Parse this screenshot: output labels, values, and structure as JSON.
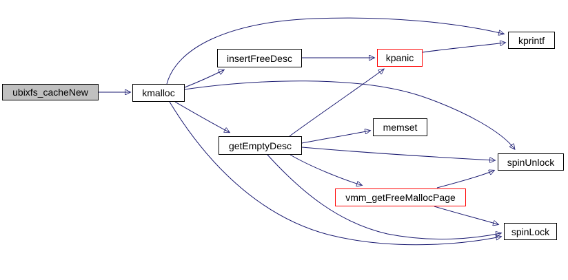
{
  "graph": {
    "type": "call-graph",
    "colors": {
      "edge": "#191970",
      "node_border": "#000000",
      "highlight_border": "#ff0000",
      "root_fill": "#c0c0c0",
      "node_fill": "#ffffff",
      "background": "#ffffff"
    },
    "nodes": [
      {
        "id": "ubixfs_cacheNew",
        "label": "ubixfs_cacheNew",
        "style": "root"
      },
      {
        "id": "kmalloc",
        "label": "kmalloc",
        "style": "normal"
      },
      {
        "id": "insertFreeDesc",
        "label": "insertFreeDesc",
        "style": "normal"
      },
      {
        "id": "kpanic",
        "label": "kpanic",
        "style": "highlight"
      },
      {
        "id": "kprintf",
        "label": "kprintf",
        "style": "normal"
      },
      {
        "id": "memset",
        "label": "memset",
        "style": "normal"
      },
      {
        "id": "getEmptyDesc",
        "label": "getEmptyDesc",
        "style": "normal"
      },
      {
        "id": "vmm_getFreeMallocPage",
        "label": "vmm_getFreeMallocPage",
        "style": "highlight"
      },
      {
        "id": "spinUnlock",
        "label": "spinUnlock",
        "style": "normal"
      },
      {
        "id": "spinLock",
        "label": "spinLock",
        "style": "normal"
      }
    ],
    "edges": [
      {
        "from": "ubixfs_cacheNew",
        "to": "kmalloc"
      },
      {
        "from": "kmalloc",
        "to": "insertFreeDesc"
      },
      {
        "from": "kmalloc",
        "to": "getEmptyDesc"
      },
      {
        "from": "kmalloc",
        "to": "kprintf"
      },
      {
        "from": "kmalloc",
        "to": "spinUnlock"
      },
      {
        "from": "kmalloc",
        "to": "spinLock"
      },
      {
        "from": "insertFreeDesc",
        "to": "kpanic"
      },
      {
        "from": "kpanic",
        "to": "kprintf"
      },
      {
        "from": "getEmptyDesc",
        "to": "kpanic"
      },
      {
        "from": "getEmptyDesc",
        "to": "memset"
      },
      {
        "from": "getEmptyDesc",
        "to": "spinUnlock"
      },
      {
        "from": "getEmptyDesc",
        "to": "vmm_getFreeMallocPage"
      },
      {
        "from": "getEmptyDesc",
        "to": "spinLock"
      },
      {
        "from": "vmm_getFreeMallocPage",
        "to": "spinUnlock"
      },
      {
        "from": "vmm_getFreeMallocPage",
        "to": "spinLock"
      }
    ]
  }
}
